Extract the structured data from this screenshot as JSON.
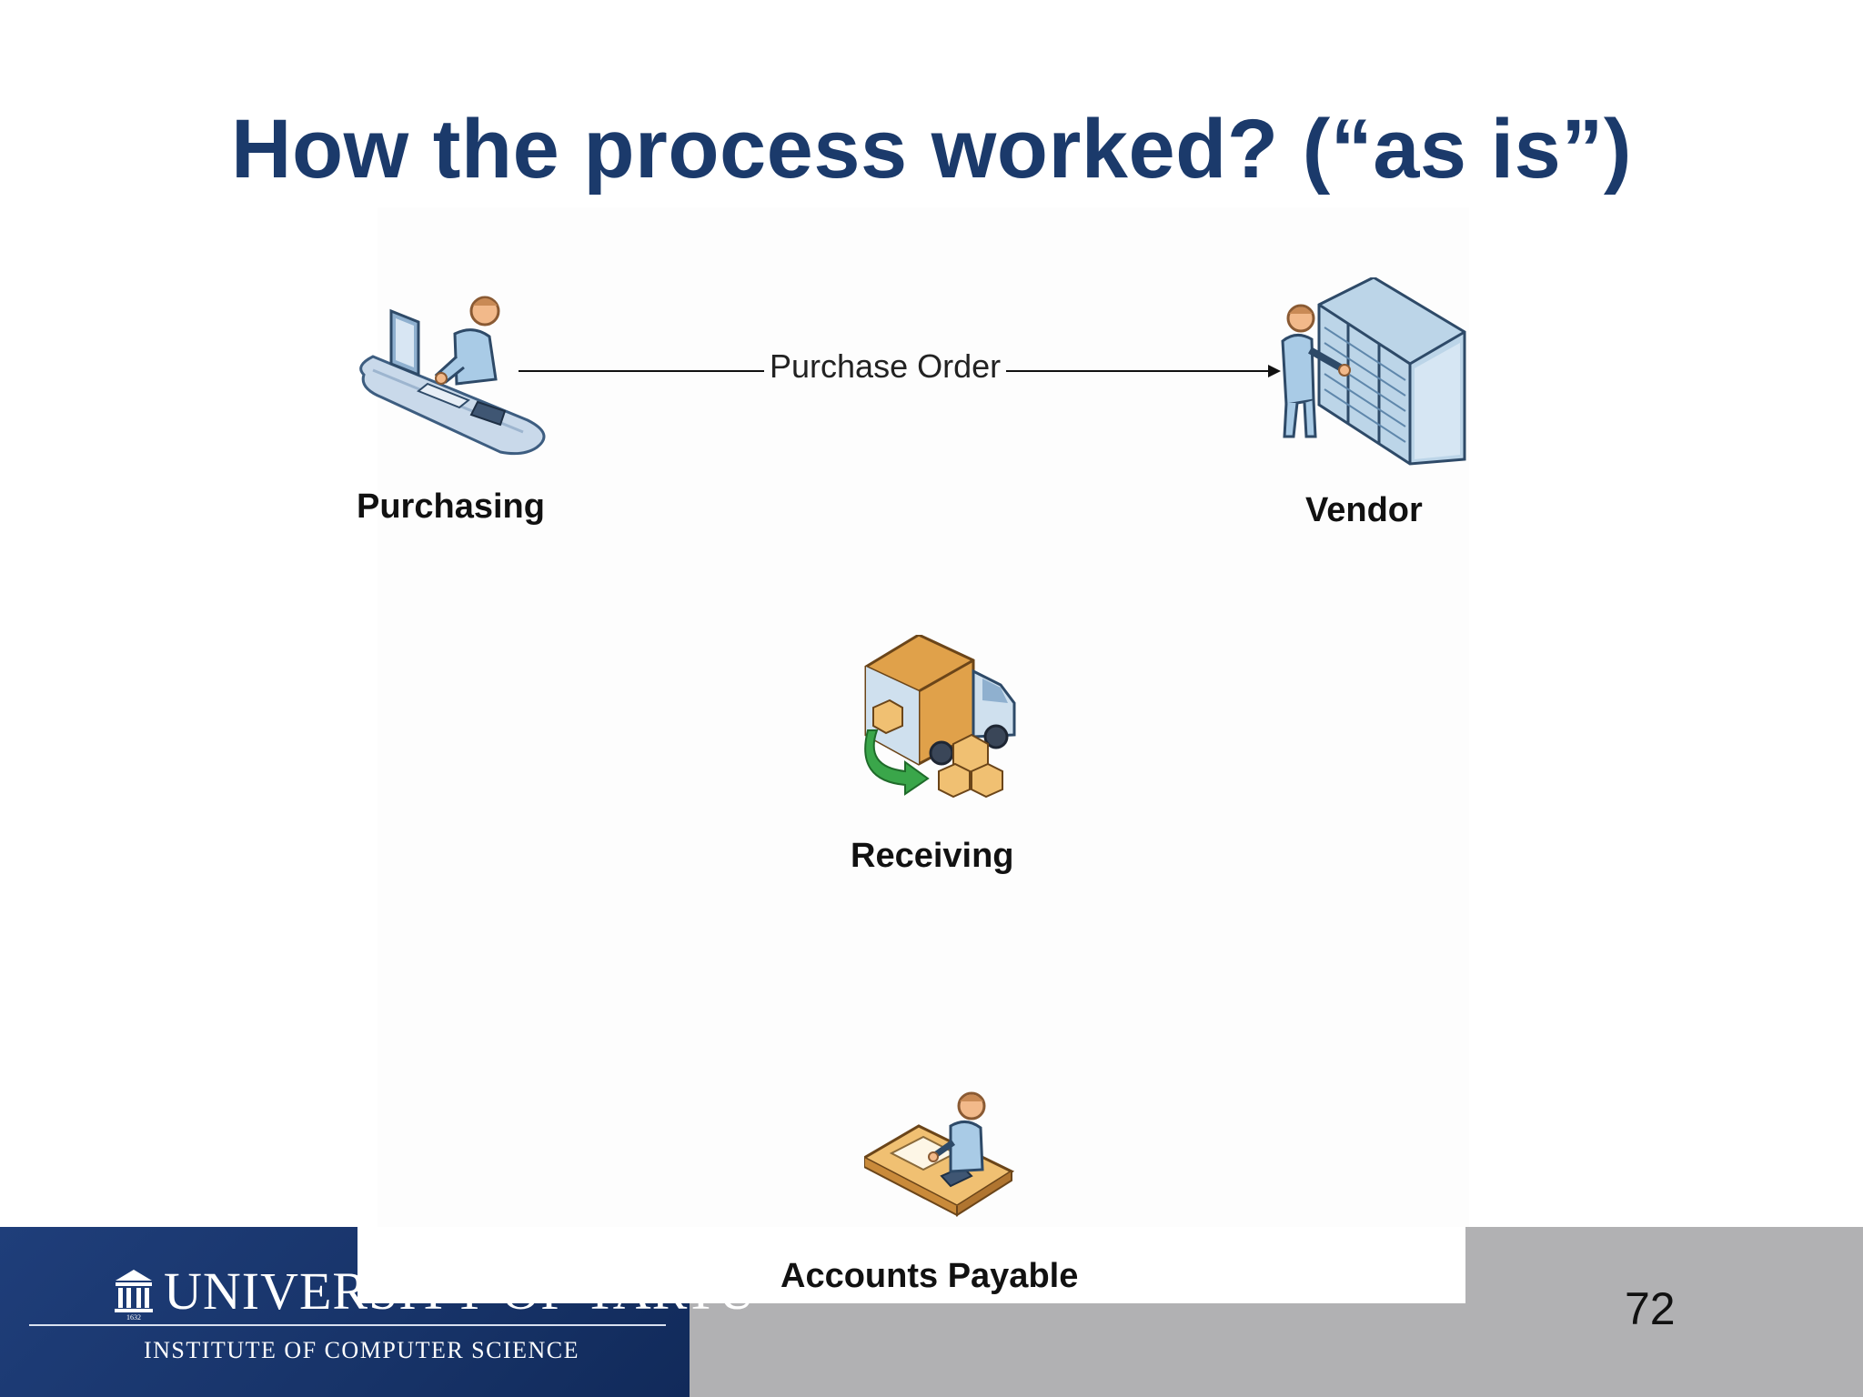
{
  "slide": {
    "title": "How the process worked? (“as is”)",
    "page_number": "72"
  },
  "diagram": {
    "nodes": {
      "purchasing": {
        "label": "Purchasing",
        "icon": "office-worker-at-desk-icon"
      },
      "vendor": {
        "label": "Vendor",
        "icon": "person-at-server-rack-icon"
      },
      "receiving": {
        "label": "Receiving",
        "icon": "delivery-truck-with-boxes-icon"
      },
      "accounts_payable": {
        "label": "Accounts Payable",
        "icon": "clerk-at-desk-icon"
      }
    },
    "edges": [
      {
        "from": "Purchasing",
        "to": "Vendor",
        "label": "Purchase Order"
      }
    ]
  },
  "footer": {
    "logo_text": "UNIVERSITY OF TARTU",
    "logo_subtitle": "INSTITUTE OF COMPUTER SCIENCE",
    "logo_year": "1632"
  },
  "colors": {
    "title": "#1b3a6b",
    "footer_gray": "#b1b1b3",
    "footer_blue": "#173368"
  }
}
